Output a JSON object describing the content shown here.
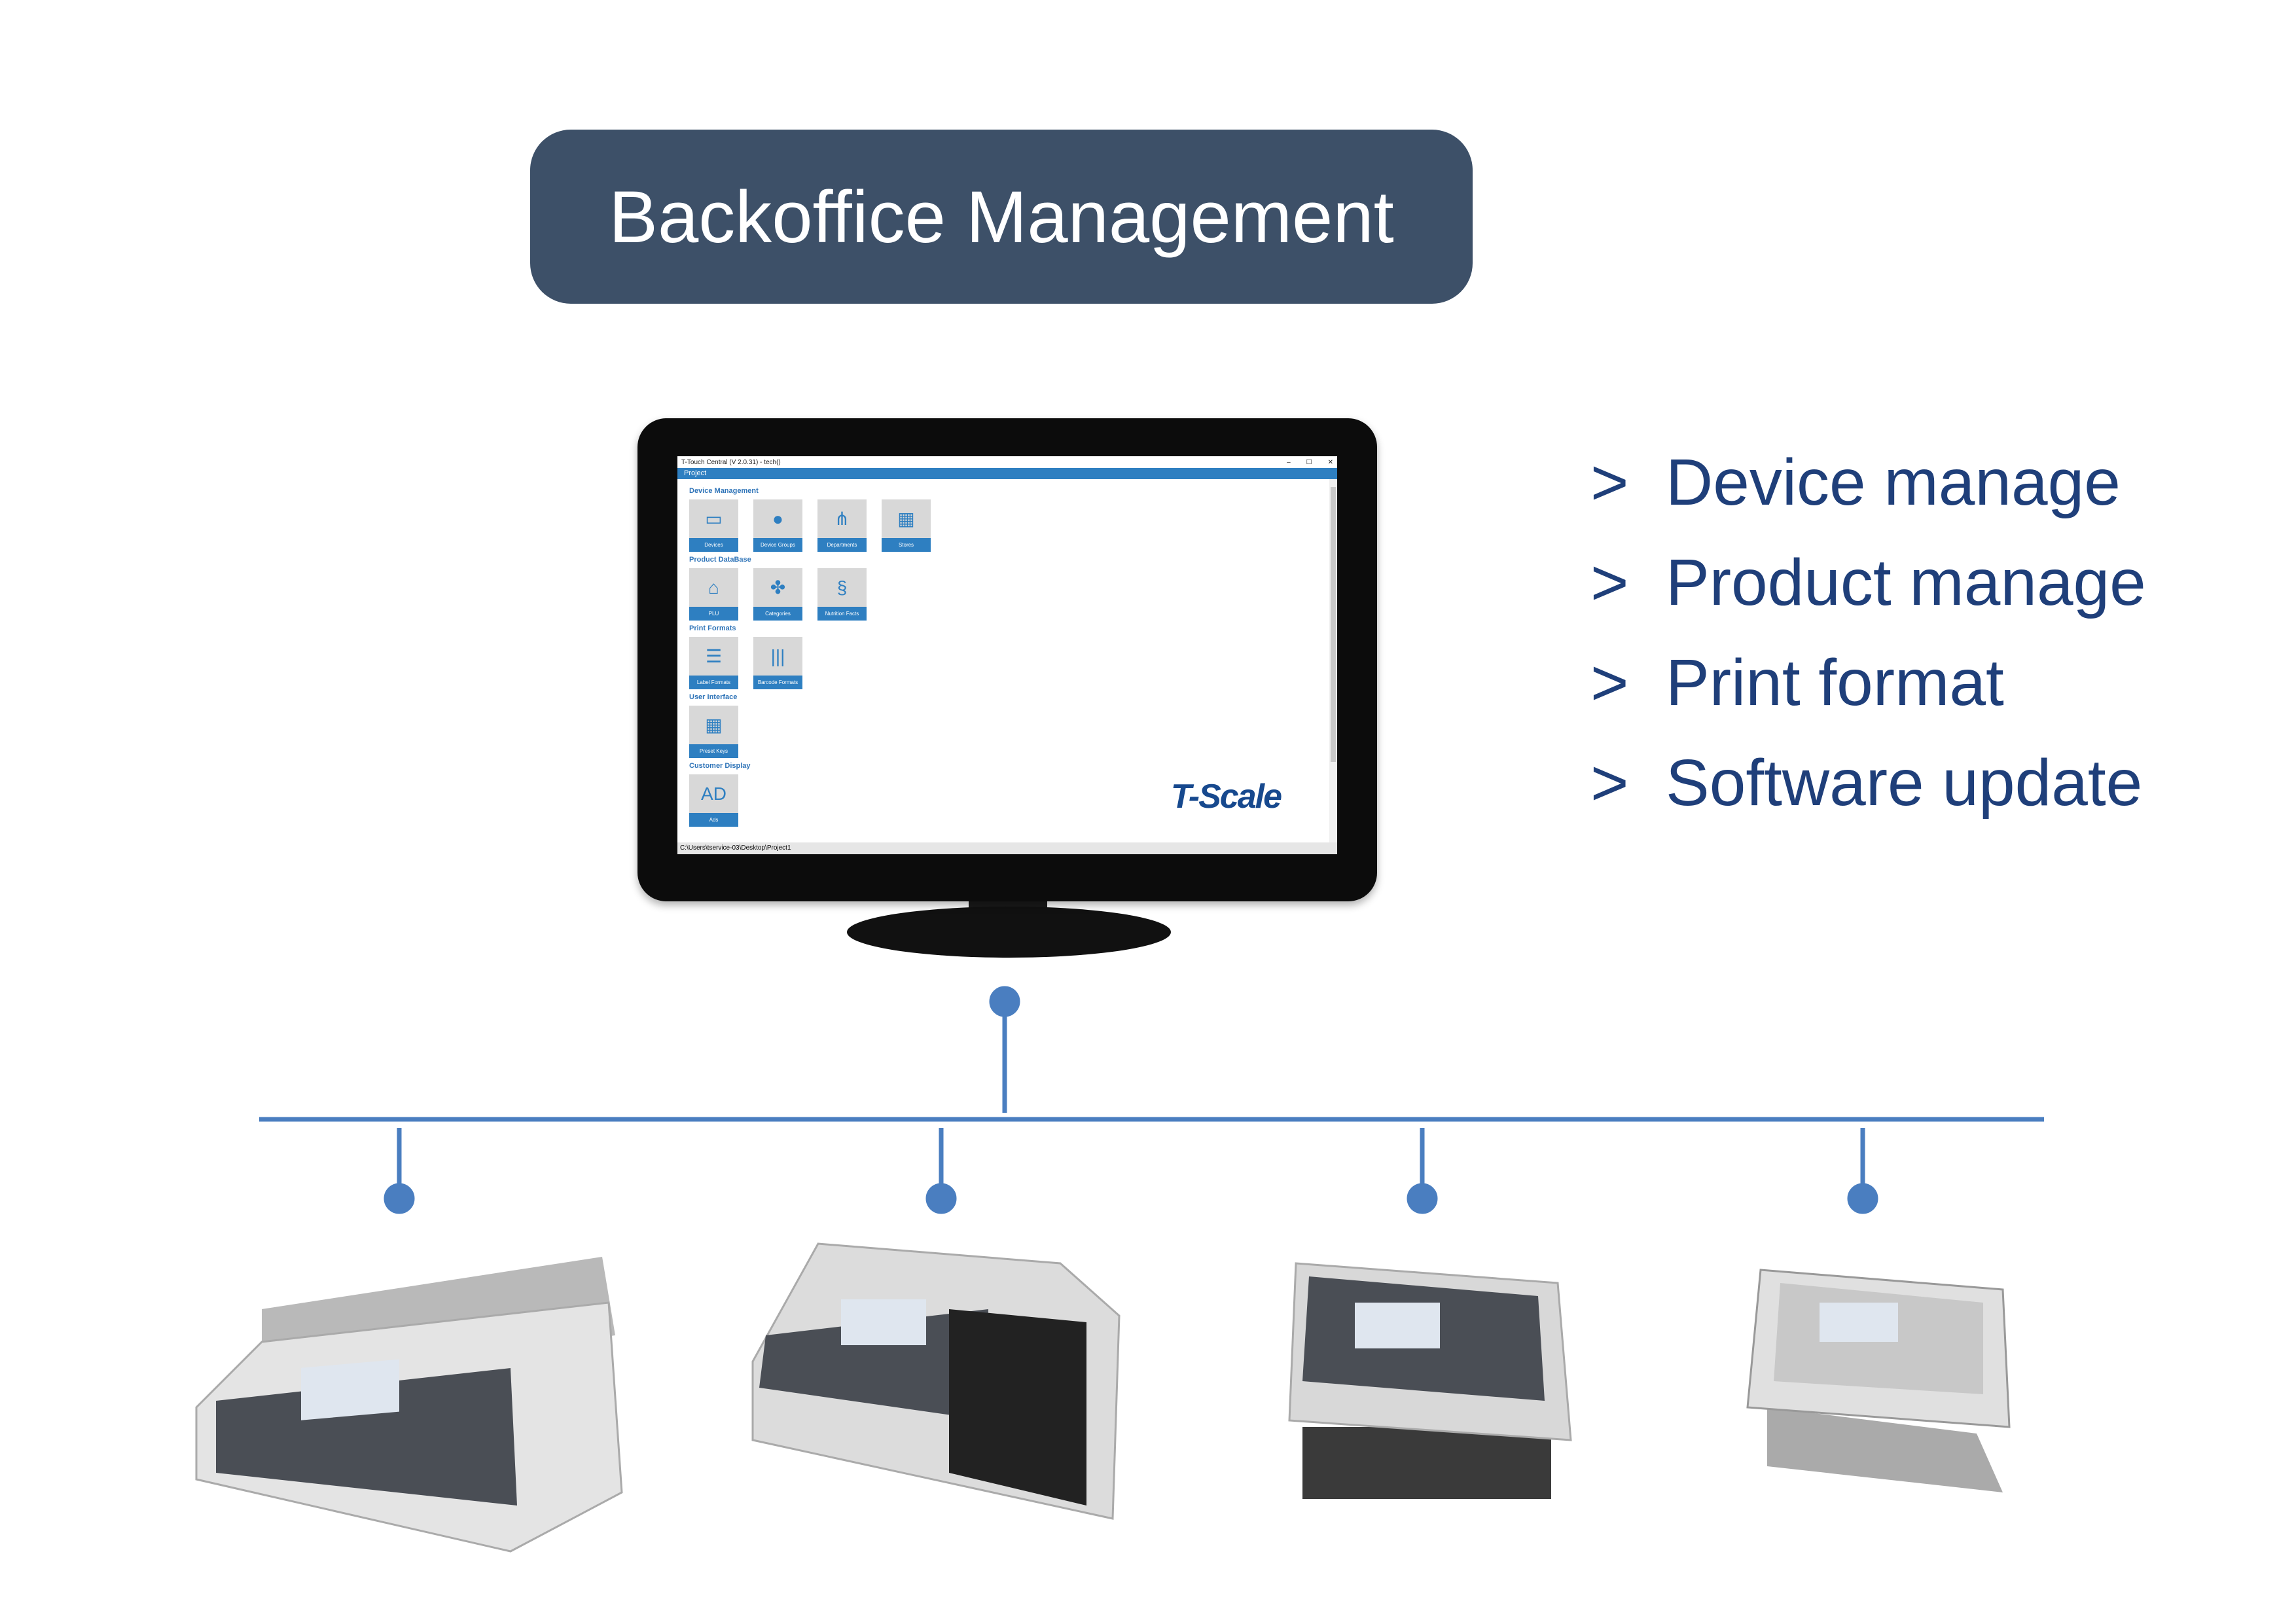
{
  "title": "Backoffice Management",
  "window": {
    "title": "T-Touch Central (V 2.0.31) - tech()",
    "menu": "Project",
    "status_path": "C:\\Users\\tservice-03\\Desktop\\Project1",
    "logo": "T-Scale",
    "sections": [
      {
        "heading": "Device Management",
        "tiles": [
          {
            "label": "Devices",
            "icon": "devices-icon"
          },
          {
            "label": "Device Groups",
            "icon": "users-icon"
          },
          {
            "label": "Departments",
            "icon": "hierarchy-icon"
          },
          {
            "label": "Stores",
            "icon": "shop-icon"
          }
        ]
      },
      {
        "heading": "Product DataBase",
        "tiles": [
          {
            "label": "PLU",
            "icon": "basket-icon"
          },
          {
            "label": "Categories",
            "icon": "clover-icon"
          },
          {
            "label": "Nutrition Facts",
            "icon": "dna-icon"
          }
        ]
      },
      {
        "heading": "Print Formats",
        "tiles": [
          {
            "label": "Label Formats",
            "icon": "clipboard-icon"
          },
          {
            "label": "Barcode Formats",
            "icon": "barcode-icon"
          }
        ]
      },
      {
        "heading": "User Interface",
        "tiles": [
          {
            "label": "Preset Keys",
            "icon": "keypad-icon"
          }
        ]
      },
      {
        "heading": "Customer Display",
        "tiles": [
          {
            "label": "Ads",
            "icon": "ad-display-icon"
          }
        ]
      }
    ]
  },
  "features": [
    "Device manage",
    "Product manage",
    "Print format",
    "Software update"
  ],
  "colors": {
    "title_bg": "#3d5068",
    "feature_text": "#1f3f7a",
    "connector": "#4a7ec0",
    "app_blue": "#2e7fc1"
  }
}
